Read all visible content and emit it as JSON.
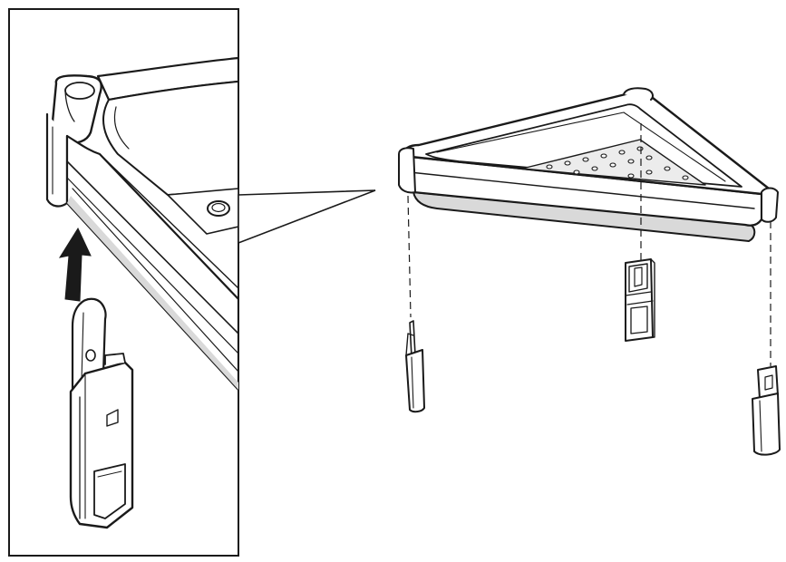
{
  "figure": {
    "colors": {
      "ink": "#1a1a1a",
      "paper": "#ffffff",
      "shade": "#d9d9d9",
      "light_shade": "#ececec"
    },
    "parts": [
      "detail-inset",
      "corner-shelf-tray",
      "left-peg",
      "center-bracket",
      "right-peg",
      "insert-arrow"
    ]
  }
}
